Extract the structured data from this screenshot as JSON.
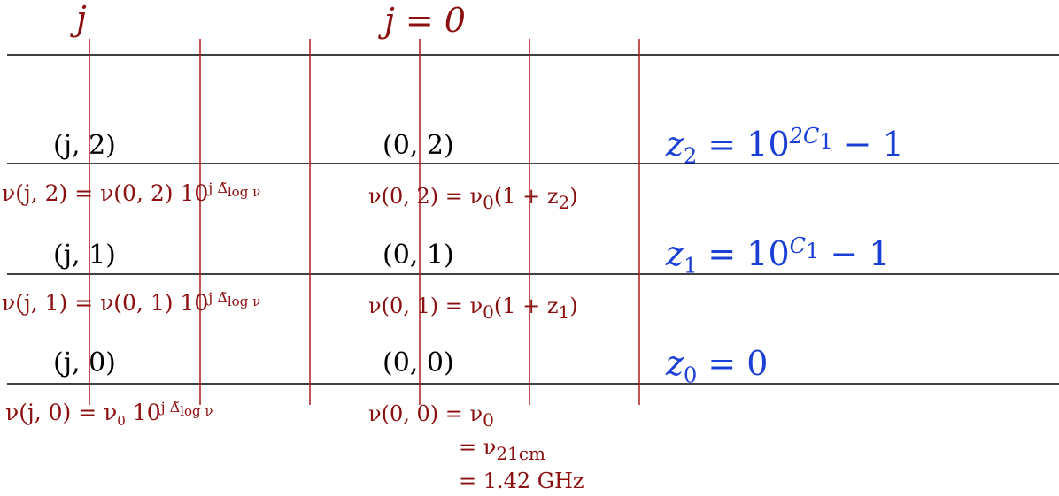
{
  "colors": {
    "axis_label": "#8b0f0f",
    "cell_label": "#000000",
    "frequency": "#8b0f0f",
    "redshift": "#1a3fd6",
    "rules": "#000000",
    "columns": "#8b0f0f"
  },
  "headers": {
    "col_j": "j",
    "col_j0": "j = 0"
  },
  "cells": {
    "j2": "(j, 2)",
    "j1": "(j, 1)",
    "j0": "(j, 0)",
    "zero2": "(0, 2)",
    "zero1": "(0, 1)",
    "zero0": "(0, 0)"
  },
  "frequencies": {
    "nu_j2_prefix": "ν(j, 2) = ν(0, 2) 10",
    "nu_j1_prefix": "ν(j, 1) = ν(0, 1) 10",
    "nu_j0_prefix": "ν(j, 0) = ν",
    "nu_j0_sub": "0",
    "nu_j0_base": " 10",
    "exponent": "j Δ̃",
    "exponent_sub": "log ν",
    "nu_02": "ν(0, 2) = ν",
    "nu_02_sub": "0",
    "nu_02_tail": "(1 + z",
    "nu_02_zsub": "2",
    "nu_01": "ν(0, 1) = ν",
    "nu_01_sub": "0",
    "nu_01_tail": "(1 + z",
    "nu_01_zsub": "1",
    "nu_00": "ν(0, 0) = ν",
    "nu_00_sub": "0",
    "nu_21cm": "= ν",
    "nu_21cm_sub": "21cm",
    "nu_ghz": "= 1.42 GHz"
  },
  "redshifts": {
    "z2": "z",
    "z2_sub": "2",
    "z2_rhs": " =  10",
    "z2_exp": "2C",
    "z2_exp_sub": "1",
    "z2_tail": " − 1",
    "z1": "z",
    "z1_sub": "1",
    "z1_rhs": " =  10",
    "z1_exp": "C",
    "z1_exp_sub": "1",
    "z1_tail": " − 1",
    "z0": "z",
    "z0_sub": "0",
    "z0_rhs": " = 0"
  }
}
